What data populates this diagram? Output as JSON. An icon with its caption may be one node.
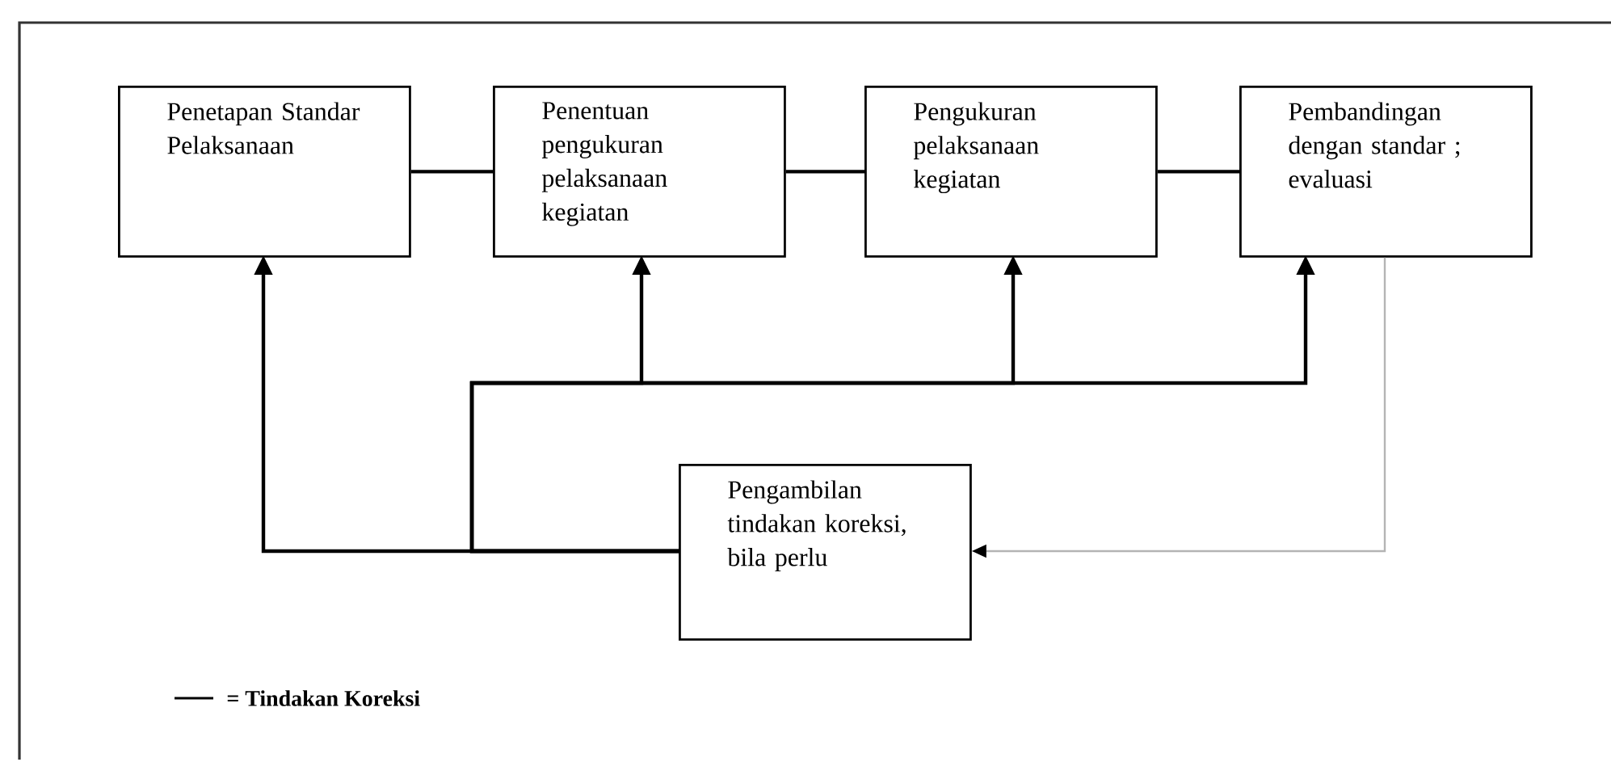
{
  "diagram": {
    "nodes": [
      {
        "text": [
          "Penetapan Standar Pelaksanaan"
        ]
      },
      {
        "text": [
          "Penentuan pengukuran pelaksanaan kegiatan"
        ]
      },
      {
        "text": [
          "Pengukuran pelaksanaan kegiatan"
        ]
      },
      {
        "text": [
          "Pembandingan dengan standar ; evaluasi"
        ]
      },
      {
        "text": [
          "Pengambilan tindakan koreksi, bila perlu"
        ]
      }
    ],
    "edges": [
      {
        "from": 0,
        "to": 1,
        "arrow": "none"
      },
      {
        "from": 1,
        "to": 2,
        "arrow": "none"
      },
      {
        "from": 2,
        "to": 3,
        "arrow": "none"
      },
      {
        "from": 3,
        "to": 4,
        "arrow": "to",
        "color": "#b4b4b4"
      },
      {
        "from": 4,
        "to": 0,
        "arrow": "to"
      },
      {
        "from": 4,
        "to": 1,
        "arrow": "to"
      },
      {
        "from": 4,
        "to": 2,
        "arrow": "to"
      },
      {
        "from": 4,
        "to": 3,
        "arrow": "to"
      }
    ],
    "legend": [
      {
        "text": "= Tindakan Koreksi"
      }
    ]
  }
}
